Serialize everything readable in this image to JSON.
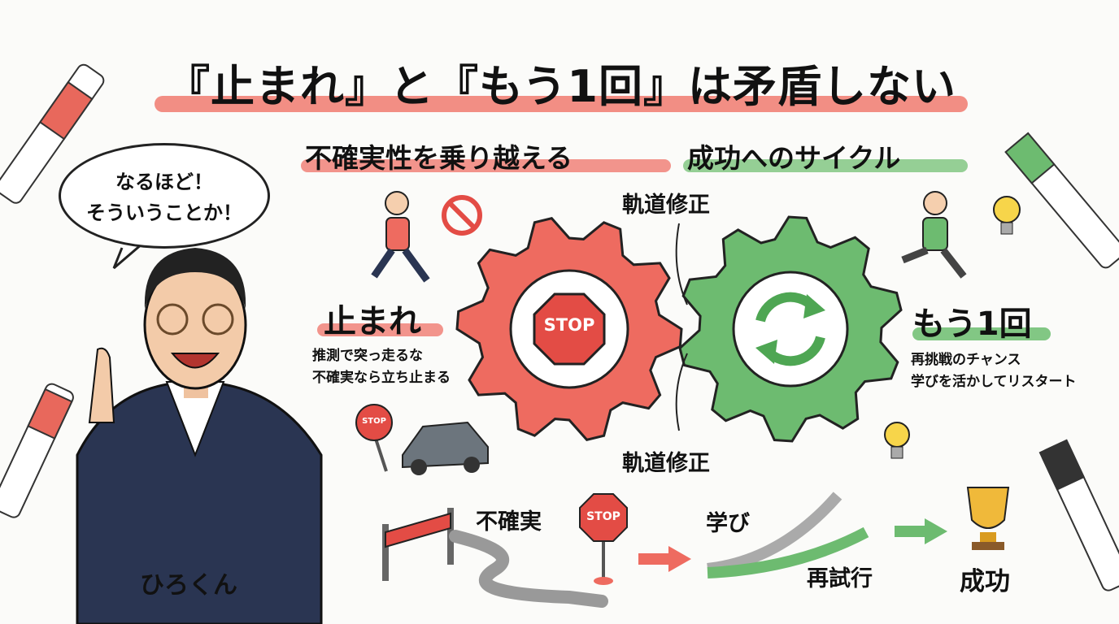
{
  "title": "『止まれ』と『もう1回』は矛盾しない",
  "subtitle": {
    "left": "不確実性を乗り越える",
    "right": "成功へのサイクル"
  },
  "speech_bubble": {
    "line1": "なるほど！",
    "line2": "そういうことか！"
  },
  "presenter_name": "ひろくん",
  "stop_side": {
    "heading": "止まれ",
    "line1": "推測で突っ走るな",
    "line2": "不確実なら立ち止まる",
    "sign": "STOP"
  },
  "retry_side": {
    "heading": "もう1回",
    "line1": "再挑戦のチャンス",
    "line2": "学びを活かしてリスタート"
  },
  "gear_link_top": "軌道修正",
  "gear_link_bottom": "軌道修正",
  "flow": {
    "uncertain": "不確実",
    "stop_sign": "STOP",
    "learn": "学び",
    "retry": "再試行",
    "success": "成功"
  },
  "small_stop_sign": "STOP",
  "colors": {
    "red": "#ee6b60",
    "green": "#6dbb70",
    "navy": "#2a3552",
    "highlight_red": "#f07a70",
    "highlight_green": "#82c784"
  }
}
